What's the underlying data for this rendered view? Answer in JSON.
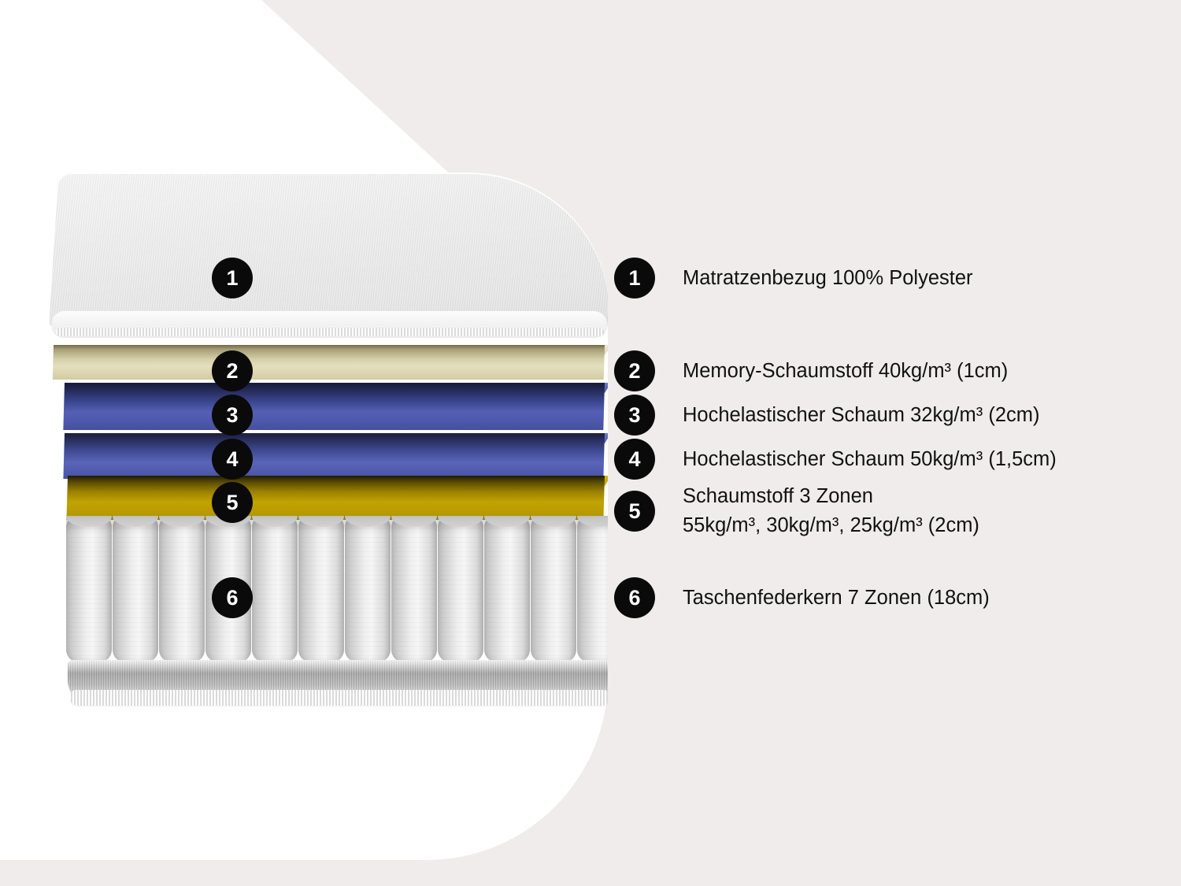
{
  "page": {
    "title": "Matratzen-Schichtaufbau",
    "background_color": "#efeceb",
    "panel_color": "#ffffff",
    "text_color": "#111111",
    "badge_color": "#0a0a0a"
  },
  "product_image": {
    "alt": "Matratze im Querschnitt mit sechs nummerierten Schichten",
    "layers": [
      {
        "number": "1",
        "name": "Matratzenbezug",
        "color": "#e9e9e9",
        "kind": "cover"
      },
      {
        "number": "2",
        "name": "Memory-Schaumstoff",
        "color": "#d6d0ab",
        "kind": "foam"
      },
      {
        "number": "3",
        "name": "Hochelastischer Schaum 32",
        "color": "#4d58ab",
        "kind": "foam"
      },
      {
        "number": "4",
        "name": "Hochelastischer Schaum 50",
        "color": "#4f5aac",
        "kind": "foam"
      },
      {
        "number": "5",
        "name": "Schaumstoff 3 Zonen",
        "color": "#b89a02",
        "kind": "foam"
      },
      {
        "number": "6",
        "name": "Taschenfederkern",
        "color": "#e8e8e8",
        "kind": "spring-core"
      }
    ],
    "spring_count": 12
  },
  "legend": {
    "items": [
      {
        "number": "1",
        "label": "Matratzenbezug 100% Polyester"
      },
      {
        "number": "2",
        "label": "Memory-Schaumstoff 40kg/m³ (1cm)"
      },
      {
        "number": "3",
        "label": "Hochelastischer Schaum 32kg/m³ (2cm)"
      },
      {
        "number": "4",
        "label": "Hochelastischer Schaum 50kg/m³ (1,5cm)"
      },
      {
        "number": "5",
        "label": "Schaumstoff 3 Zonen\n55kg/m³, 30kg/m³, 25kg/m³ (2cm)"
      },
      {
        "number": "6",
        "label": "Taschenfederkern 7 Zonen (18cm)"
      }
    ]
  }
}
